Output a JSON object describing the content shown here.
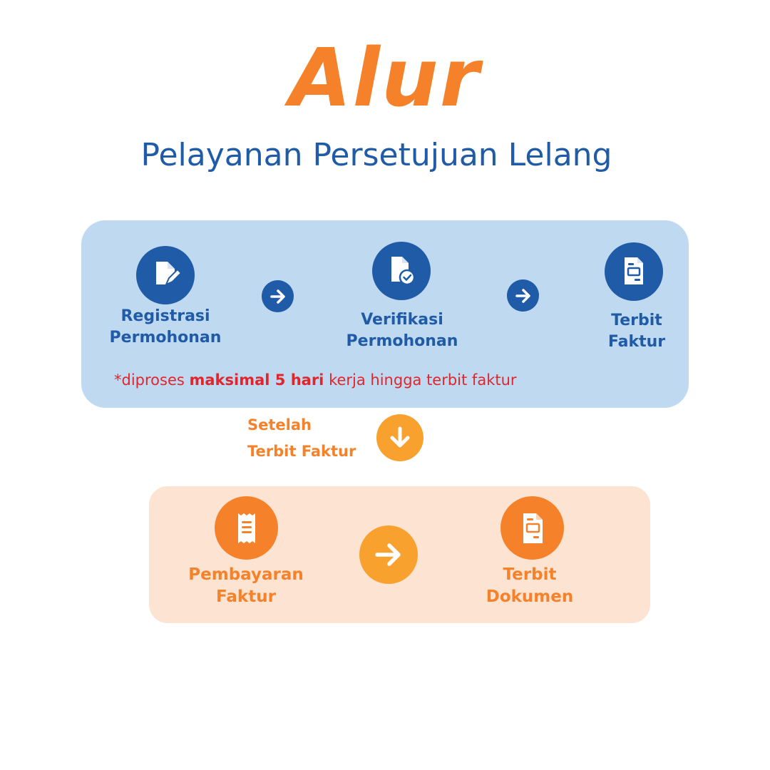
{
  "title": "Alur",
  "subtitle": "Pelayanan Persetujuan Lelang",
  "colors": {
    "blue": "#1f5ba6",
    "light_blue_panel": "#bfd9f1",
    "orange": "#f5822a",
    "amber": "#f8a12f",
    "peach_panel": "#fde4d2",
    "note_red": "#e0262d"
  },
  "stage1": {
    "steps": [
      {
        "icon": "document-edit-icon",
        "line1": "Registrasi",
        "line2": "Permohonan"
      },
      {
        "icon": "document-check-icon",
        "line1": "Verifikasi",
        "line2": "Permohonan"
      },
      {
        "icon": "invoice-document-icon",
        "line1": "Terbit",
        "line2": "Faktur"
      }
    ],
    "arrow_icon": "arrow-right-icon",
    "note": {
      "prefix": "*diproses ",
      "emphasis": "maksimal 5 hari",
      "suffix": " kerja hingga terbit faktur"
    }
  },
  "transition": {
    "line1": "Setelah",
    "line2": "Terbit Faktur",
    "arrow_icon": "arrow-down-icon"
  },
  "stage2": {
    "steps": [
      {
        "icon": "receipt-icon",
        "line1": "Pembayaran",
        "line2": "Faktur"
      },
      {
        "icon": "document-icon",
        "line1": "Terbit",
        "line2": "Dokumen"
      }
    ],
    "arrow_icon": "arrow-right-icon"
  }
}
